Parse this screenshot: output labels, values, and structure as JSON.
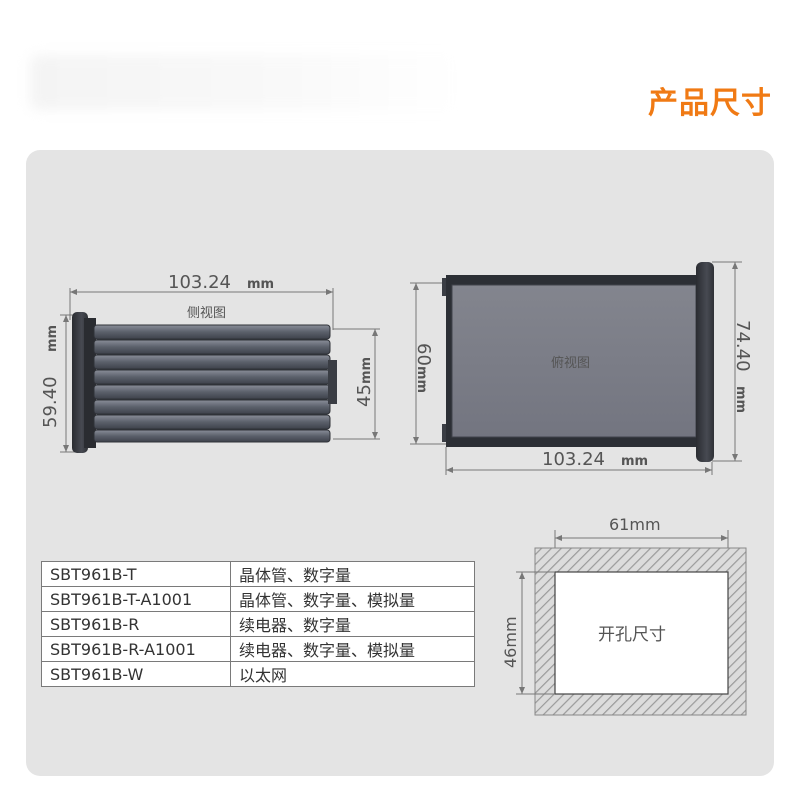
{
  "header": {
    "title": "产品尺寸"
  },
  "side_view": {
    "label": "侧视图",
    "width_value": "103.24",
    "width_unit": "mm",
    "height_value": "59.40",
    "height_unit": "mm",
    "inner_height_value": "45",
    "inner_height_unit": "mm"
  },
  "top_view": {
    "label": "俯视图",
    "width_value": "103.24",
    "width_unit": "mm",
    "height_value": "74.40",
    "height_unit": "mm",
    "inner_height_value": "60",
    "inner_height_unit": "mm"
  },
  "cutout": {
    "label": "开孔尺寸",
    "width": "61mm",
    "height": "46mm"
  },
  "models": [
    {
      "model": "SBT961B-T",
      "features": "晶体管、数字量"
    },
    {
      "model": "SBT961B-T-A1001",
      "features": "晶体管、数字量、模拟量"
    },
    {
      "model": "SBT961B-R",
      "features": "续电器、数字量"
    },
    {
      "model": "SBT961B-R-A1001",
      "features": "续电器、数字量、模拟量"
    },
    {
      "model": "SBT961B-W",
      "features": "以太网"
    }
  ],
  "colors": {
    "title": "#f07a14",
    "panel": "#e4e4e4",
    "device_body": "#6f7480",
    "device_top": "#7c7e87"
  }
}
